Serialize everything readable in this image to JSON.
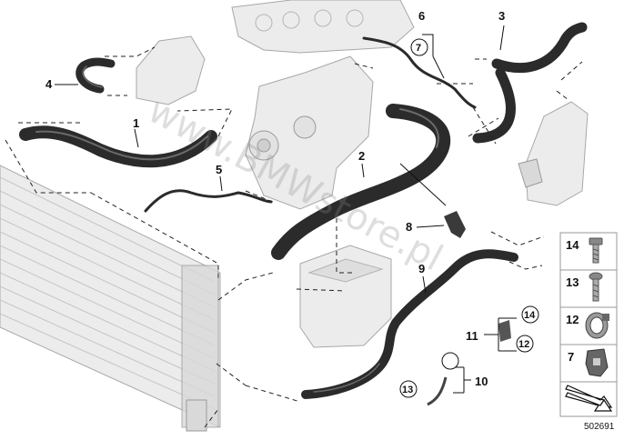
{
  "callouts": {
    "c1": "1",
    "c2": "2",
    "c3": "3",
    "c4": "4",
    "c5": "5",
    "c6": "6",
    "c7": "7",
    "c8": "8",
    "c9": "9",
    "c10": "10",
    "c11": "11",
    "c12": "12",
    "c13": "13",
    "c14": "14"
  },
  "legend": [
    {
      "number": "14",
      "icon": "bolt-icon"
    },
    {
      "number": "13",
      "icon": "screw-icon"
    },
    {
      "number": "12",
      "icon": "clamp-icon"
    },
    {
      "number": "7",
      "icon": "bracket-clip-icon"
    },
    {
      "number": "",
      "icon": "arrow-down-right-icon"
    }
  ],
  "watermark": "www.BMWstore.pl",
  "document_number": "502691",
  "colors": {
    "hose": "#2b2b2b",
    "part": "#d9d9d9",
    "line": "#222222"
  }
}
